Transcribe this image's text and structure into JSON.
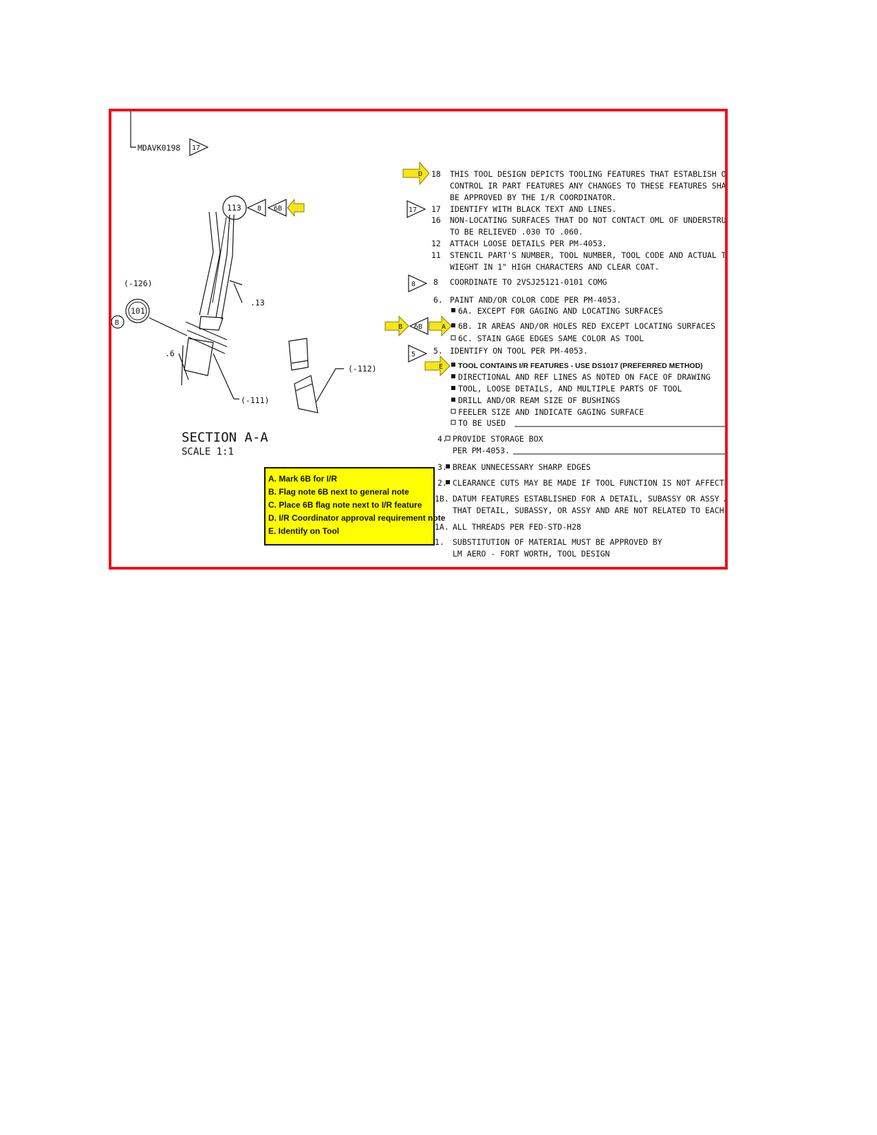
{
  "drawing": {
    "ref_label": "MDAVK0198",
    "ref_flag": "17",
    "balloon_113": "113",
    "balloon_101": "101",
    "balloon_b": "B",
    "flag_8": "8",
    "flag_6b": "6B",
    "dash_126": "(-126)",
    "dash_111": "(-111)",
    "dash_112": "(-112)",
    "dim_13": ".13",
    "dim_6": ".6",
    "section_title": "SECTION A-A",
    "section_scale": "SCALE  1:1"
  },
  "notes": {
    "n18_num": "18",
    "n18_l1": "THIS TOOL DESIGN DEPICTS TOOLING FEATURES THAT ESTABLISH OR",
    "n18_l2": "CONTROL IR PART FEATURES   ANY CHANGES TO THESE FEATURES SHALL",
    "n18_l3": "BE APPROVED BY THE I/R COORDINATOR.",
    "n17_flag": "17",
    "n17_num": "17",
    "n17_l1": "IDENTIFY WITH BLACK TEXT AND LINES.",
    "n16_num": "16",
    "n16_l1": "NON-LOCATING SURFACES THAT DO NOT CONTACT OML OF UNDERSTRUCTUR",
    "n16_l2": "TO BE RELIEVED .030 TO .060.",
    "n12_num": "12",
    "n12_l1": "ATTACH LOOSE DETAILS PER PM-4053.",
    "n11_num": "11",
    "n11_l1": "STENCIL PART'S NUMBER, TOOL NUMBER, TOOL CODE AND ACTUAL TOOL",
    "n11_l2": "WIEGHT IN 1\" HIGH CHARACTERS AND CLEAR COAT.",
    "n8_flag": "8",
    "n8_num": "8",
    "n8_l1": "COORDINATE TO 2VSJ25121-0101 COMG",
    "n6_num": "6.",
    "n6_l1": "PAINT AND/OR COLOR CODE PER PM-4053.",
    "n6a": "6A. EXCEPT FOR GAGING AND LOCATING SURFACES",
    "n6b_flag": "6B",
    "n6b": "6B. IR AREAS AND/OR HOLES RED EXCEPT LOCATING SURFACES",
    "n6c": "6C. STAIN GAGE EDGES SAME COLOR AS TOOL",
    "n5_flag": "5",
    "n5_num": "5.",
    "n5_l1": "IDENTIFY ON TOOL PER PM-4053.",
    "n5_a": "TOOL CONTAINS I/R FEATURES - USE DS1017 (PREFERRED METHOD)",
    "n5_b": "DIRECTIONAL AND REF LINES AS NOTED ON FACE OF DRAWING",
    "n5_c": "TOOL, LOOSE DETAILS, AND MULTIPLE PARTS OF TOOL",
    "n5_d": "DRILL AND/OR REAM SIZE OF BUSHINGS",
    "n5_e": "FEELER SIZE AND INDICATE GAGING SURFACE",
    "n5_f": "TO BE USED",
    "n4_num": "4.",
    "n4_l1": "PROVIDE STORAGE BOX",
    "n4_l2": "PER PM-4053.",
    "n3_num": "3.",
    "n3_l1": "BREAK UNNECESSARY SHARP EDGES",
    "n2_num": "2.",
    "n2_l1": "CLEARANCE CUTS MAY BE MADE IF TOOL FUNCTION IS NOT AFFECTED",
    "n1b_num": "1B.",
    "n1b_l1": "DATUM FEATURES ESTABLISHED FOR A DETAIL, SUBASSY OR ASSY APPLY",
    "n1b_l2": "THAT DETAIL, SUBASSY, OR ASSY AND ARE NOT RELATED TO EACH OTHE",
    "n1a_num": "1A.",
    "n1a_l1": "ALL THREADS PER FED-STD-H28",
    "n1_num": "1.",
    "n1_l1": "SUBSTITUTION OF MATERIAL MUST BE APPROVED BY",
    "n1_l2": "LM AERO - FORT WORTH, TOOL DESIGN"
  },
  "callouts": {
    "a": "A",
    "b": "B",
    "d": "D",
    "e": "E"
  },
  "legend": {
    "a": "A. Mark 6B for I/R",
    "b": "B. Flag note 6B next to general note",
    "c": "C. Place 6B flag note next to I/R feature",
    "d": "D. I/R Coordinator approval requirement note",
    "e": "E. Identify on Tool"
  },
  "colors": {
    "frame": "#e8141c",
    "highlight": "#ffff00",
    "arrow": "#f5e61a"
  }
}
